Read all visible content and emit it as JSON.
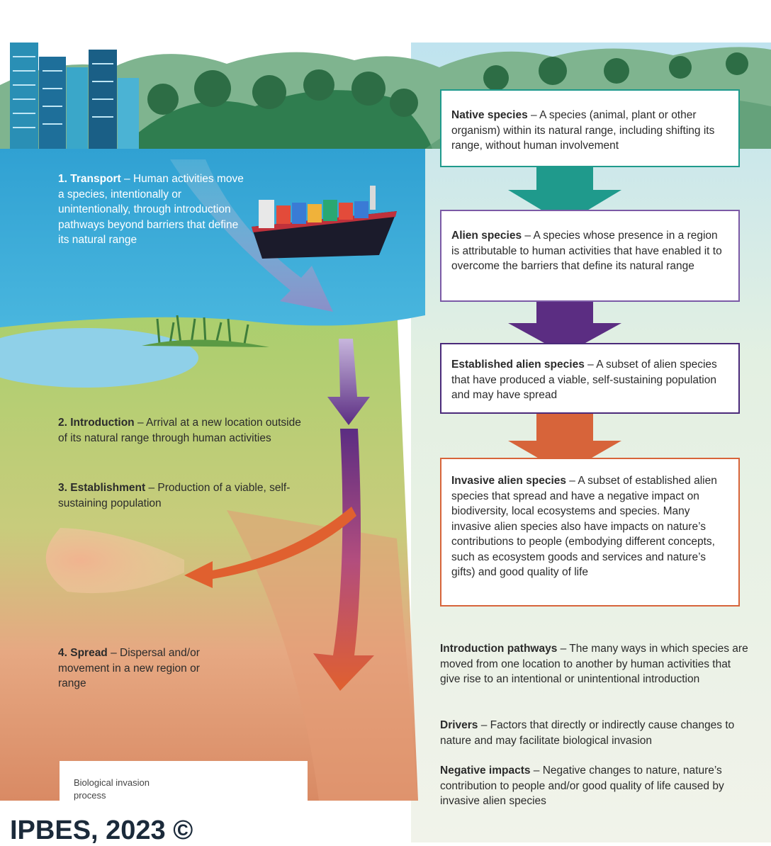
{
  "left_steps": [
    {
      "term": "1. Transport",
      "text": " – Human activities move a species, intentionally or unintentionally, through introduction pathways beyond barriers that define its natural range"
    },
    {
      "term": "2. Introduction",
      "text": " – Arrival at a new location outside of its natural range through human activities"
    },
    {
      "term": "3. Establishment",
      "text": " – Production of a viable, self-sustaining population"
    },
    {
      "term": "4. Spread",
      "text": " – Dispersal and/or movement in a new region or range"
    }
  ],
  "boxes": [
    {
      "term": "Native species",
      "text": " – A species (animal, plant or other organism) within its natural range, including shifting its range, without human involvement",
      "color": "#1f9a8c"
    },
    {
      "term": "Alien species",
      "text": " – A species whose presence in a region is attributable to human activities that have enabled it to overcome the barriers that define its natural range",
      "color": "#5f3d8c"
    },
    {
      "term": "Established alien species",
      "text": " – A subset of alien species that have produced a viable, self-sustaining population and may have spread",
      "color": "#4b2a7a"
    },
    {
      "term": "Invasive alien species",
      "text": " – A subset of established alien species that spread and have a negative impact on biodiversity, local ecosystems and species. Many invasive alien species also have impacts on nature’s contributions to people (embodying different concepts, such as ecosystem goods and services and nature’s gifts) and good quality of life",
      "color": "#d7643a"
    }
  ],
  "definitions": [
    {
      "term": "Introduction pathways",
      "text": " – The many ways in which species are moved from one location to another by human activities that give rise to an intentional or unintentional introduction"
    },
    {
      "term": "Drivers",
      "text": " – Factors that directly or indirectly cause changes to nature and may facilitate biological invasion"
    },
    {
      "term": "Negative impacts",
      "text": " – Negative changes to nature, nature’s contribution to people and/or good quality of life caused by invasive alien species"
    }
  ],
  "legend": {
    "label": "Biological invasion process"
  },
  "credit": "IPBES, 2023 ©",
  "colors": {
    "teal": "#1f9a8c",
    "purple": "#5b2d82",
    "orange": "#d7643a",
    "water": "#33a8d6",
    "grass": "#9ccb6a"
  }
}
